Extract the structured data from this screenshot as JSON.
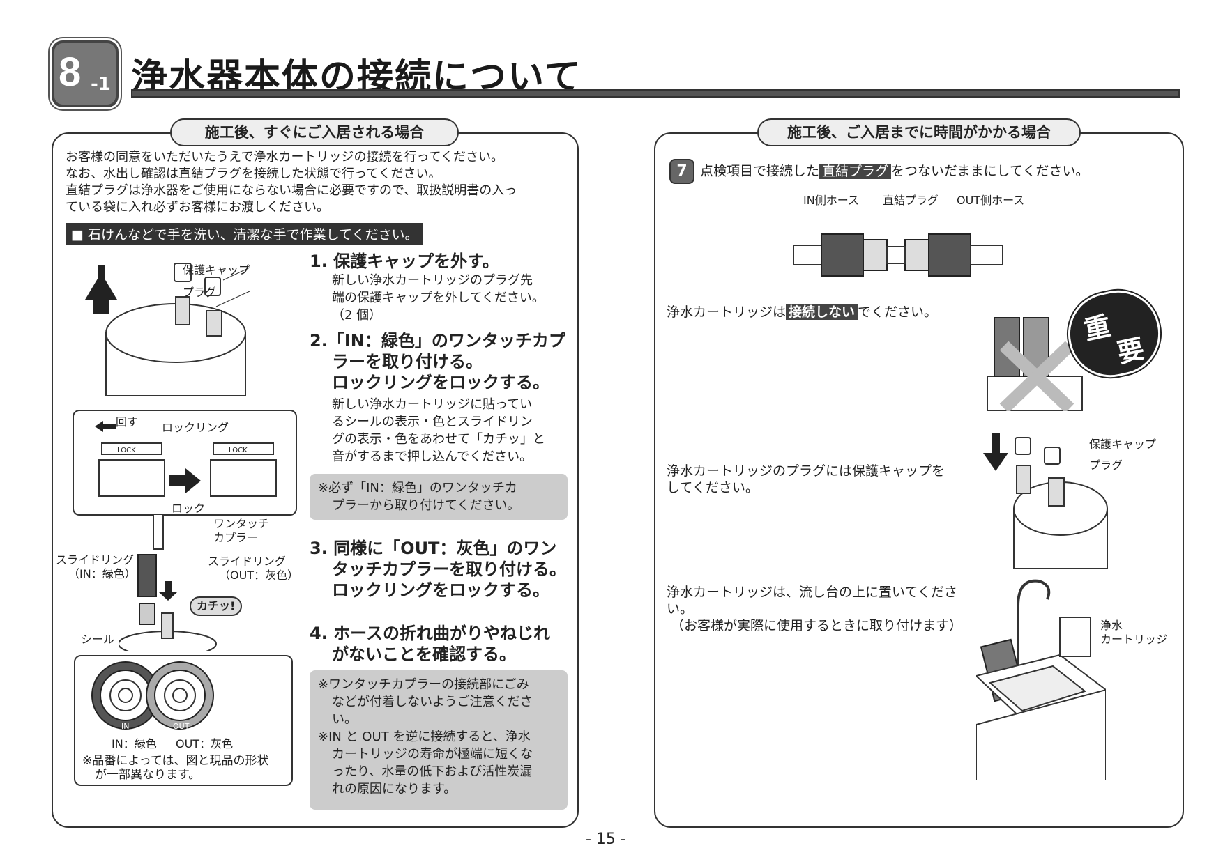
{
  "section": {
    "number": "8",
    "sub": "-1",
    "title": "浄水器本体の接続について"
  },
  "left": {
    "heading": "施工後、すぐにご入居される場合",
    "intro": [
      "お客様の同意をいただいたうえで浄水カートリッジの接続を行ってください。",
      "なお、水出し確認は直結プラグを接続した状態で行ってください。",
      "直結プラグは浄水器をご使用にならない場合に必要ですので、取扱説明書の入っ",
      "ている袋に入れ必ずお客様にお渡しください。"
    ],
    "warning": "■ 石けんなどで手を洗い、清潔な手で作業してください。",
    "steps": [
      {
        "title": "1. 保護キャップを外す。",
        "body": [
          "新しい浄水カートリッジのプラグ先",
          "端の保護キャップを外してください。",
          "（2 個）"
        ]
      },
      {
        "title": [
          "2.「IN：緑色」のワンタッチカプ",
          "ラーを取り付ける。",
          "ロックリングをロックする。"
        ],
        "body": [
          "新しい浄水カートリッジに貼ってい",
          "るシールの表示・色とスライドリン",
          "グの表示・色をあわせて「カチッ」と",
          "音がするまで押し込んでください。"
        ]
      },
      {
        "title": [
          "3. 同様に「OUT：灰色」のワン",
          "タッチカプラーを取り付ける。",
          "ロックリングをロックする。"
        ]
      },
      {
        "title": [
          "4. ホースの折れ曲がりやねじれ",
          "がないことを確認する。"
        ]
      }
    ],
    "note1": [
      "※必ず「IN：緑色」のワンタッチカ",
      "プラーから取り付けてください。"
    ],
    "note2": [
      "※ワンタッチカプラーの接続部にごみ",
      "などが付着しないようご注意くださ",
      "い。",
      "※IN と OUT を逆に接続すると、浄水",
      "カートリッジの寿命が極端に短くな",
      "ったり、水量の低下および活性炭漏",
      "れの原因になります。"
    ],
    "labels": {
      "cap": "保護キャップ",
      "plug": "プラグ",
      "turn": "回す",
      "lockring": "ロックリング",
      "lock": "ロック",
      "coupler1": "ワンタッチ",
      "coupler2": "カプラー",
      "slide_in1": "スライドリング",
      "slide_in2": "（IN：緑色）",
      "slide_out1": "スライドリング",
      "slide_out2": "（OUT：灰色）",
      "click": "カチッ!",
      "seal": "シール",
      "in": "IN：緑色",
      "out": "OUT：灰色",
      "lock_text": "LOCK",
      "in_short": "IN",
      "out_short": "OUT",
      "caution": [
        "※品番によっては、図と現品の形状",
        "が一部異なります。"
      ]
    }
  },
  "right": {
    "heading": "施工後、ご入居までに時間がかかる場合",
    "step7_num": "7",
    "step7_pre": "点検項目で接続した",
    "step7_hl": "直結プラグ",
    "step7_post": "をつないだままにしてください。",
    "labels": {
      "in_hose": "IN側ホース",
      "plug": "直結プラグ",
      "out_hose": "OUT側ホース",
      "cap": "保護キャップ",
      "plug2": "プラグ",
      "cart1": "浄水",
      "cart2": "カートリッジ"
    },
    "no_connect_pre": "浄水カートリッジは",
    "no_connect_hl": "接続しない",
    "no_connect_post": "でください。",
    "important": [
      "重",
      "要"
    ],
    "cap_text": [
      "浄水カートリッジのプラグには保護キャップを",
      "してください。"
    ],
    "place_text": [
      "浄水カートリッジは、流し台の上に置いてくださ",
      "い。",
      "（お客様が実際に使用するときに取り付けます）"
    ]
  },
  "page_number": "- 15 -"
}
